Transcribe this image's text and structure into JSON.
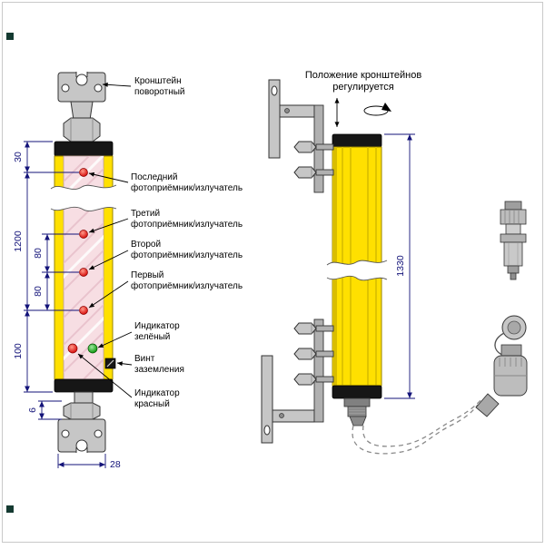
{
  "front_view": {
    "callouts": {
      "bracket": {
        "line1": "Кронштейн",
        "line2": "поворотный"
      },
      "last": {
        "line1": "Последний",
        "line2": "фотоприёмник/излучатель"
      },
      "third": {
        "line1": "Третий",
        "line2": "фотоприёмник/излучатель"
      },
      "second": {
        "line1": "Второй",
        "line2": "фотоприёмник/излучатель"
      },
      "first": {
        "line1": "Первый",
        "line2": "фотоприёмник/излучатель"
      },
      "indicator_green": {
        "line1": "Индикатор",
        "line2": "зелёный"
      },
      "ground_screw": {
        "line1": "Винт",
        "line2": "заземления"
      },
      "indicator_red": {
        "line1": "Индикатор",
        "line2": "красный"
      }
    },
    "dims": {
      "top_offset": "30",
      "beam_span": "1200",
      "beam_pitch_1": "80",
      "beam_pitch_2": "80",
      "bottom_offset": "100",
      "nut_height": "6",
      "body_width": "28"
    }
  },
  "side_view": {
    "note_line1": "Положение кронштейнов",
    "note_line2": "регулируется",
    "dims": {
      "overall_height": "1330"
    }
  },
  "colors": {
    "body_yellow": "#ffe000",
    "body_shade": "#d9bd00",
    "end_cap": "#161616",
    "window_pink": "#f7dee3",
    "led_red": "#d40000",
    "led_green": "#009000",
    "metal_gray": "#c6c6c6",
    "dimension_blue": "#131379",
    "outline": "#000000"
  }
}
